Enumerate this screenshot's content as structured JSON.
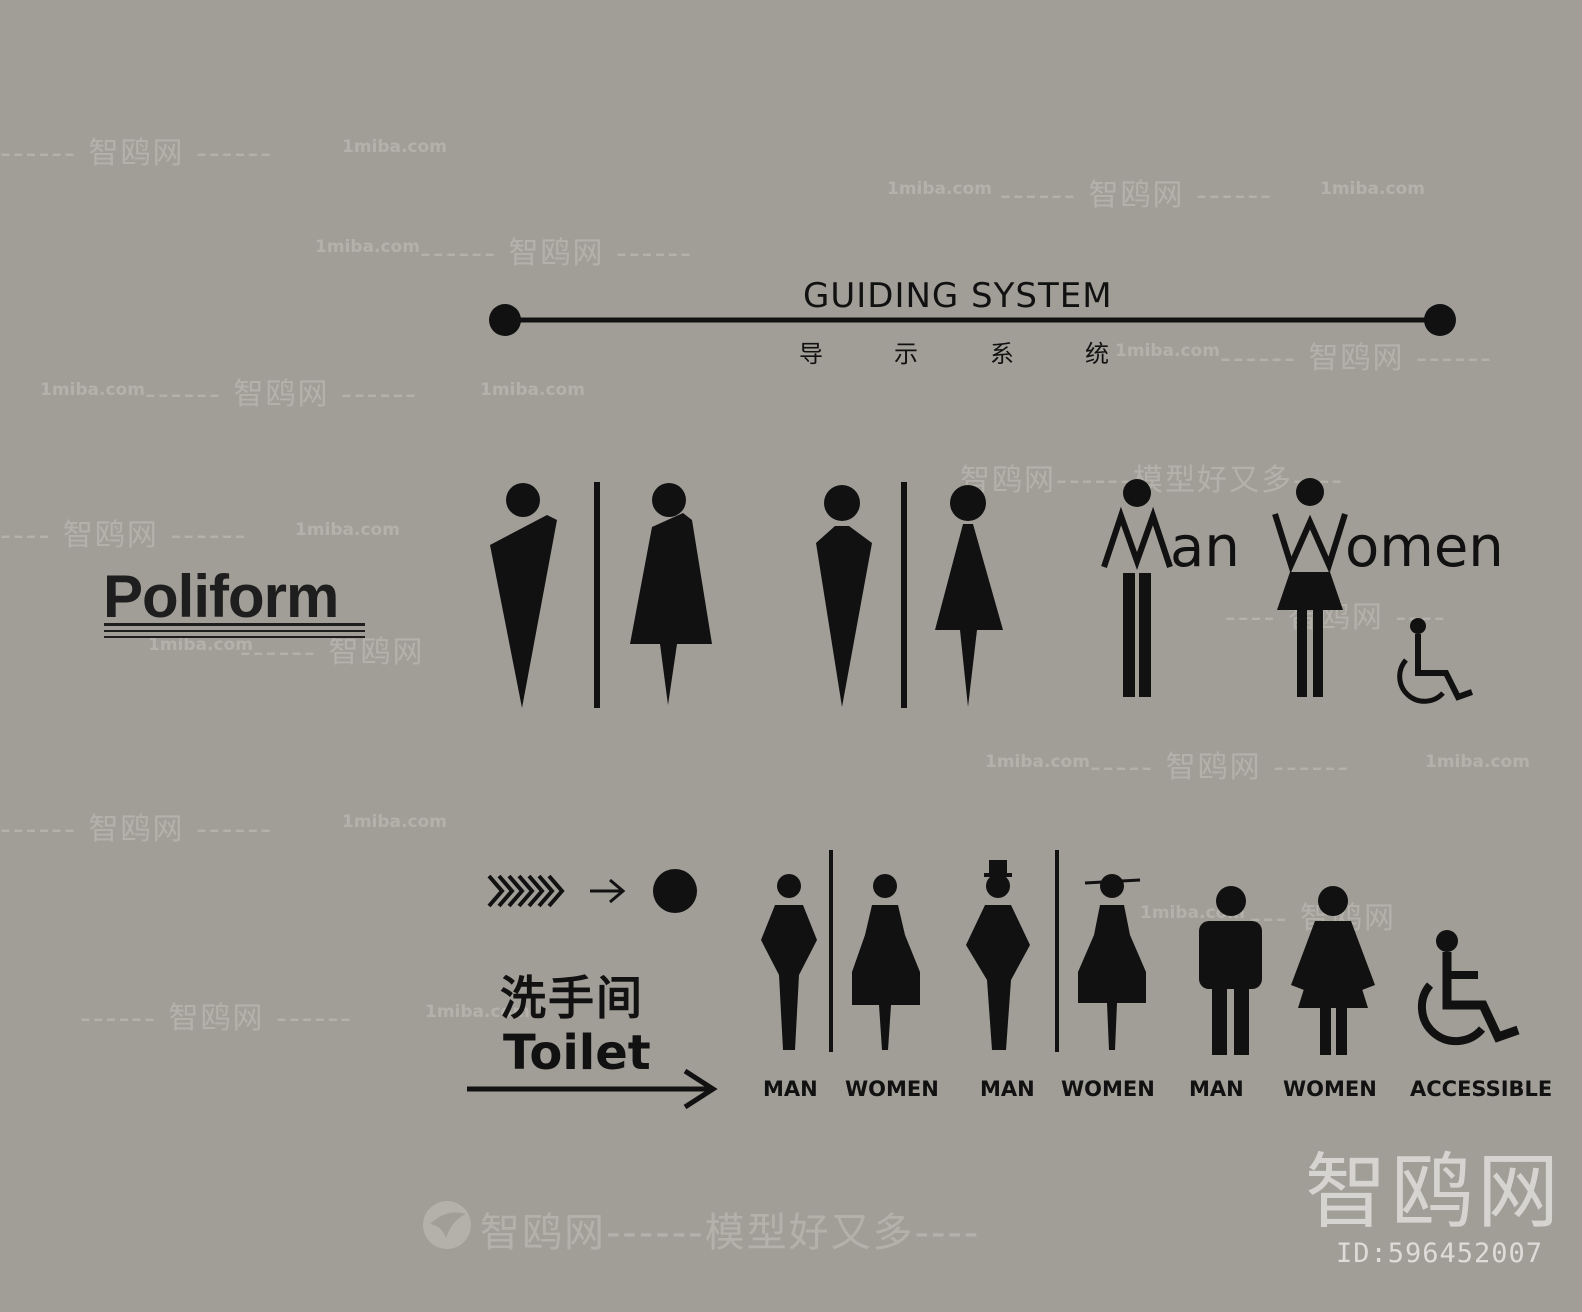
{
  "colors": {
    "background": "#a19e98",
    "ink": "#111111",
    "watermark": "#b4b1ab"
  },
  "header": {
    "title_en": "GUIDING SYSTEM",
    "title_cn": [
      "导",
      "示",
      "系",
      "统"
    ]
  },
  "brand": {
    "name": "Poliform"
  },
  "signs_row1": {
    "word_man_rest": "an",
    "word_women_rest": "omen"
  },
  "signs_row2": {
    "toilet_cn": "洗手间",
    "toilet_en": "Toilet",
    "labels": [
      "MAN",
      "WOMEN",
      "MAN",
      "WOMEN",
      "MAN",
      "WOMEN",
      "ACCESSIBLE"
    ]
  },
  "watermarks": {
    "site": "1miba.com",
    "brand_cn": "智鸥网",
    "slogan": "智鸥网------模型好又多----",
    "big": "智鸥网",
    "id": "ID:596452007"
  },
  "icons": [
    "man-icon",
    "woman-icon",
    "wheelchair-icon",
    "chevron-arrows-icon",
    "arrow-right-icon",
    "dot-icon",
    "bird-logo-icon"
  ]
}
